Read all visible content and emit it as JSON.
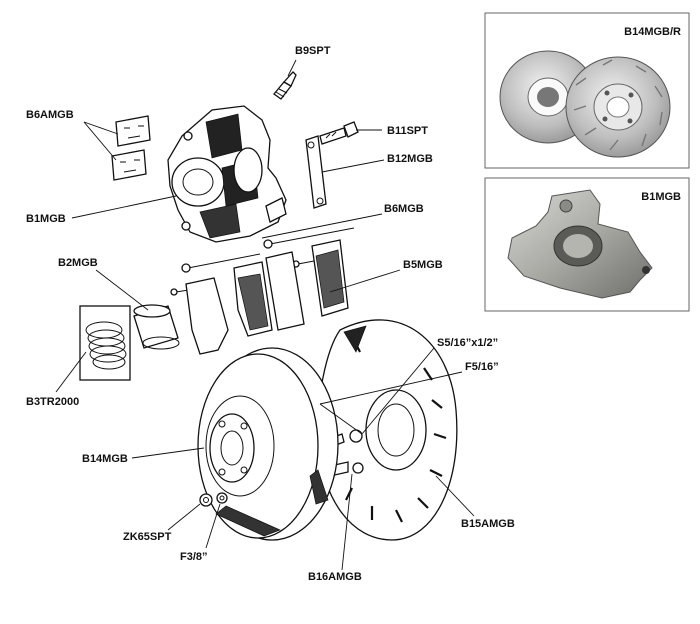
{
  "labels": {
    "b9spt": "B9SPT",
    "b6amgb": "B6AMGB",
    "b11spt": "B11SPT",
    "b12mgb": "B12MGB",
    "b1mgb": "B1MGB",
    "b6mgb": "B6MGB",
    "b2mgb": "B2MGB",
    "b5mgb": "B5MGB",
    "b3tr2000": "B3TR2000",
    "s5_16": "S5/16”x1/2”",
    "f5_16": "F5/16”",
    "b14mgb": "B14MGB",
    "zk65spt": "ZK65SPT",
    "f3_8": "F3/8”",
    "b16amgb": "B16AMGB",
    "b15amgb": "B15AMGB"
  },
  "panels": {
    "top_title": "B14MGB/R",
    "bottom_title": "B1MGB"
  }
}
